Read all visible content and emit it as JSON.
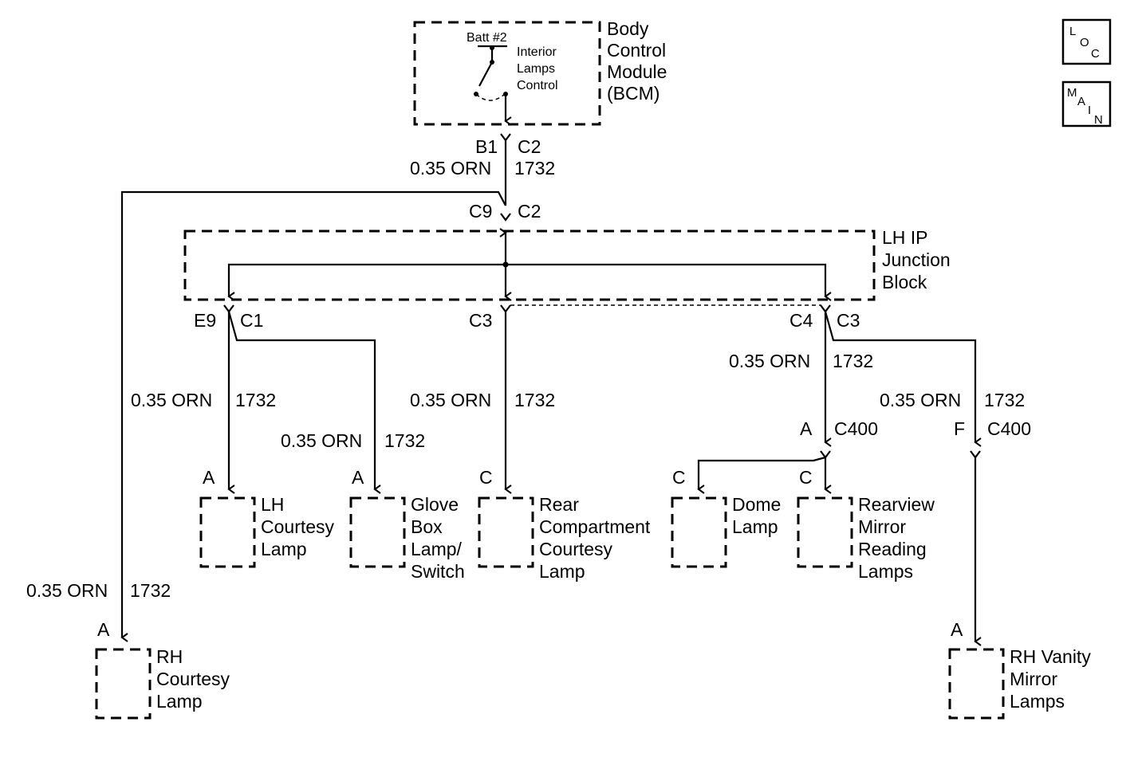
{
  "bcm": {
    "name_lines": [
      "Body",
      "Control",
      "Module",
      "(BCM)"
    ],
    "batt_label": "Batt #2",
    "control_lines": [
      "Interior",
      "Lamps",
      "Control"
    ],
    "pin": "B1",
    "connector": "C2"
  },
  "wire_main": {
    "gauge_color": "0.35 ORN",
    "circuit": "1732"
  },
  "junction_block": {
    "name_lines": [
      "LH IP",
      "Junction",
      "Block"
    ],
    "top_left_pin": "C9",
    "top_right_connector": "C2",
    "left_pin": "E9",
    "left_connector": "C1",
    "center_connector": "C3",
    "right_pin": "C4",
    "right_connector": "C3"
  },
  "wires": [
    {
      "id": "lh-courtesy",
      "gauge_color": "0.35 ORN",
      "circuit": "1732"
    },
    {
      "id": "glove-box",
      "gauge_color": "0.35 ORN",
      "circuit": "1732"
    },
    {
      "id": "rear-compartment",
      "gauge_color": "0.35 ORN",
      "circuit": "1732"
    },
    {
      "id": "to-c400-a",
      "gauge_color": "0.35 ORN",
      "circuit": "1732"
    },
    {
      "id": "to-c400-f",
      "gauge_color": "0.35 ORN",
      "circuit": "1732"
    },
    {
      "id": "rh-courtesy",
      "gauge_color": "0.35 ORN",
      "circuit": "1732"
    }
  ],
  "c400": {
    "pin_a": "A",
    "pin_f": "F",
    "label": "C400"
  },
  "components": [
    {
      "id": "lh-courtesy",
      "pin": "A",
      "name_lines": [
        "LH",
        "Courtesy",
        "Lamp"
      ]
    },
    {
      "id": "glove-box",
      "pin": "A",
      "name_lines": [
        "Glove",
        "Box",
        "Lamp/",
        "Switch"
      ]
    },
    {
      "id": "rear-compartment",
      "pin": "C",
      "name_lines": [
        "Rear",
        "Compartment",
        "Courtesy",
        "Lamp"
      ]
    },
    {
      "id": "dome",
      "pin": "C",
      "name_lines": [
        "Dome",
        "Lamp"
      ]
    },
    {
      "id": "rearview-mirror",
      "pin": "C",
      "name_lines": [
        "Rearview",
        "Mirror",
        "Reading",
        "Lamps"
      ]
    },
    {
      "id": "rh-courtesy",
      "pin": "A",
      "name_lines": [
        "RH",
        "Courtesy",
        "Lamp"
      ]
    },
    {
      "id": "rh-vanity",
      "pin": "A",
      "name_lines": [
        "RH Vanity",
        "Mirror",
        "Lamps"
      ]
    }
  ],
  "icons": {
    "loc": {
      "name": "location-icon",
      "letters": [
        "L",
        "O",
        "C"
      ]
    },
    "main": {
      "name": "main-icon",
      "letters": [
        "M",
        "A",
        "I",
        "N"
      ]
    }
  }
}
